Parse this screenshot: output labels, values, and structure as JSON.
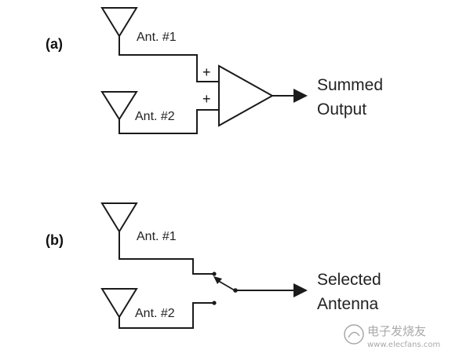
{
  "panel_a": {
    "label": "(a)",
    "antenna1_label": "Ant. #1",
    "antenna2_label": "Ant. #2",
    "plus1": "+",
    "plus2": "+",
    "output_line1": "Summed",
    "output_line2": "Output"
  },
  "panel_b": {
    "label": "(b)",
    "antenna1_label": "Ant. #1",
    "antenna2_label": "Ant. #2",
    "output_line1": "Selected",
    "output_line2": "Antenna"
  },
  "watermark": {
    "text": "电子发烧友",
    "url": "www.elecfans.com"
  }
}
